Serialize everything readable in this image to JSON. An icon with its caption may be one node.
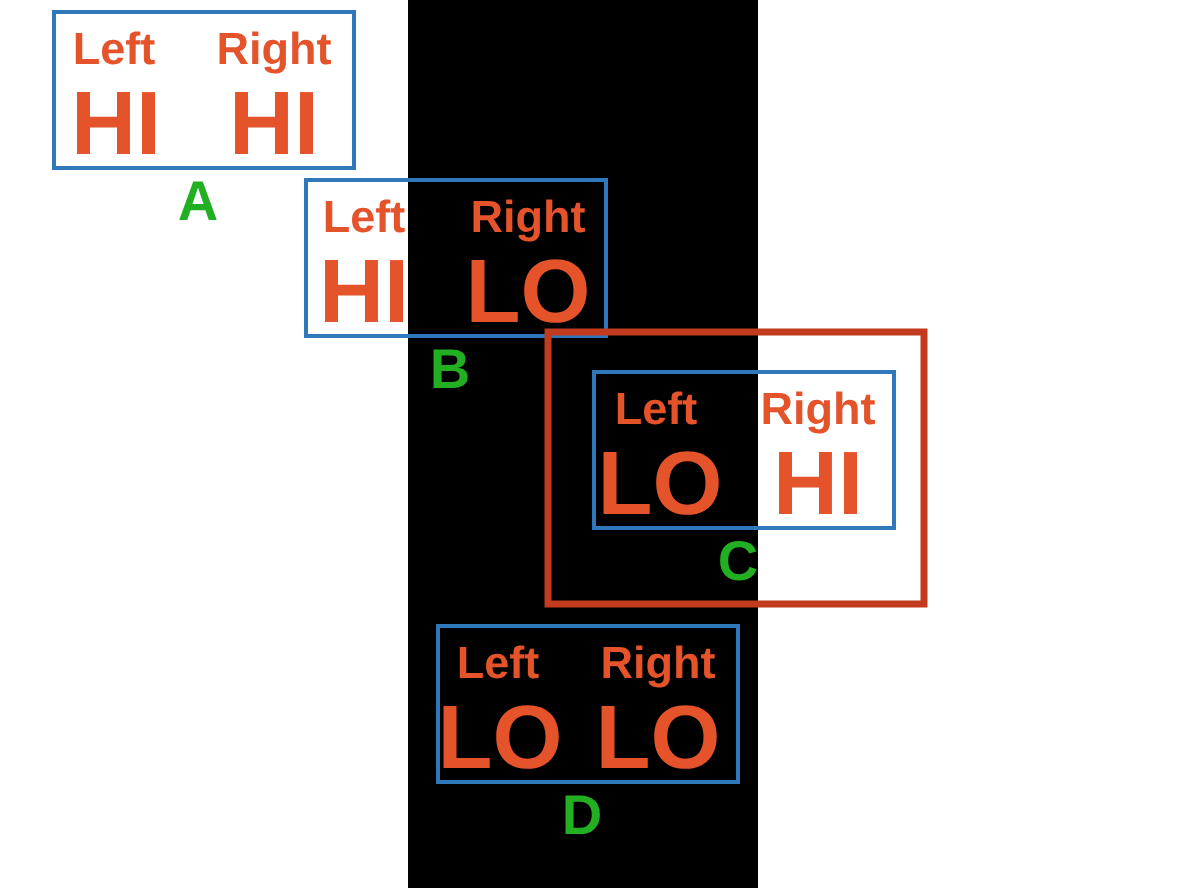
{
  "diagram": {
    "nodes": [
      {
        "text": [
          "Left",
          "Right",
          "HI",
          "HI"
        ],
        "beside": [
          "A"
        ]
      },
      {
        "text": [
          "Left",
          "Right",
          "HI",
          "LO"
        ],
        "beside": [
          "B"
        ]
      },
      {
        "text": [],
        "shape": "box"
      },
      {
        "text": [
          "Left",
          "Right",
          "LO",
          "HI"
        ],
        "beside": [
          "C"
        ],
        "in": 2
      },
      {
        "text": [
          "Left",
          "Right",
          "LO",
          "LO"
        ],
        "beside": [
          "D"
        ]
      }
    ]
  }
}
